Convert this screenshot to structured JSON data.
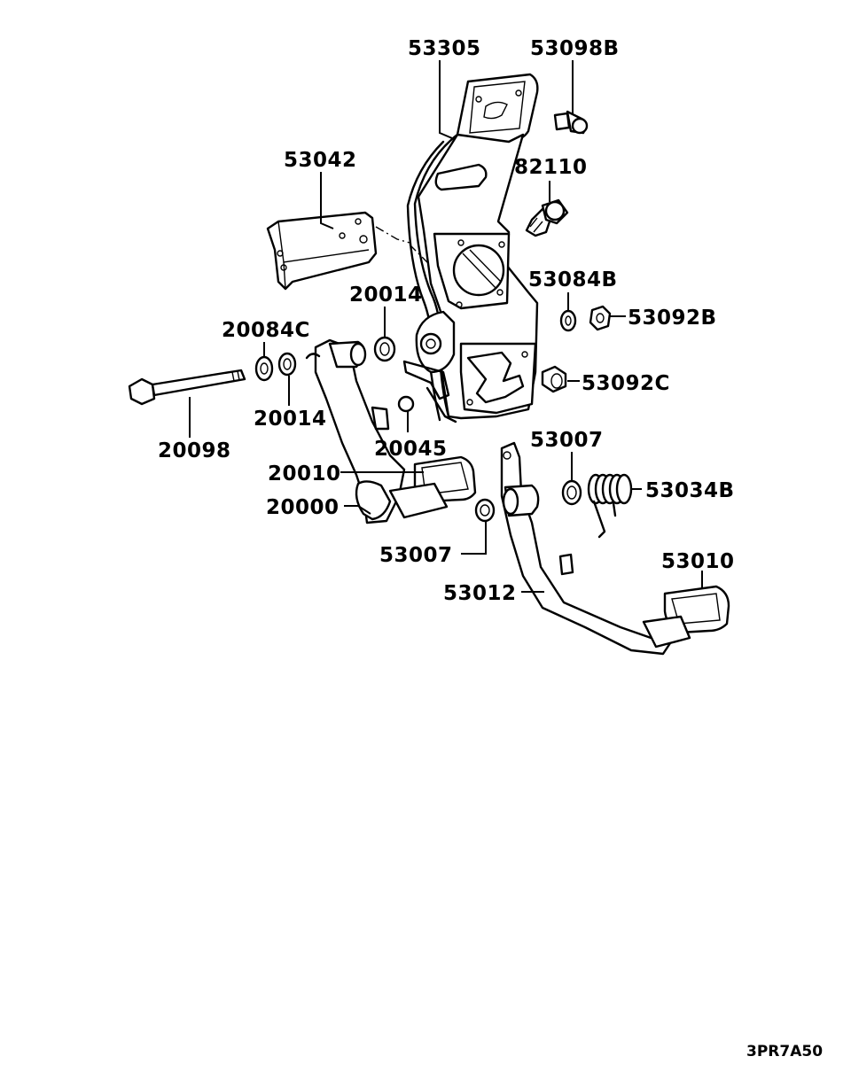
{
  "labels": {
    "p53305": "53305",
    "p53098B": "53098B",
    "p82110": "82110",
    "p53042": "53042",
    "p20014a": "20014",
    "p53084B": "53084B",
    "p53092B": "53092B",
    "p20084C": "20084C",
    "p53092C": "53092C",
    "p20014b": "20014",
    "p20098": "20098",
    "p20045": "20045",
    "p53007a": "53007",
    "p20010": "20010",
    "p53034B": "53034B",
    "p20000": "20000",
    "p53007b": "53007",
    "p53010": "53010",
    "p53012": "53012"
  },
  "diagram_code": "3PR7A50"
}
